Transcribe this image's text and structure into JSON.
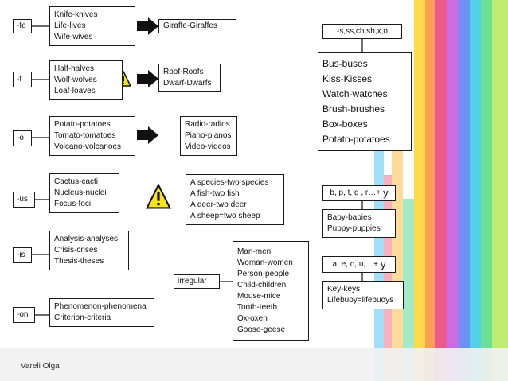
{
  "rules": [
    {
      "id": "fe",
      "suffix": "-fe",
      "examples": [
        "Knife-knives",
        "Life-lives",
        "Wife-wives"
      ],
      "exceptions": [
        "Giraffe-Giraffes"
      ]
    },
    {
      "id": "f",
      "suffix": "-f",
      "examples": [
        "Half-halves",
        "Wolf-wolves",
        "Loaf-loaves"
      ],
      "exceptions": [
        "Roof-Roofs",
        "Dwarf-Dwarfs"
      ]
    },
    {
      "id": "o",
      "suffix": "-o",
      "examples": [
        "Potato-potatoes",
        "Tomato-tomatoes",
        "Volcano-volcanoes"
      ],
      "exceptions": [
        "Radio-radios",
        "Piano-pianos",
        "Video-videos"
      ]
    },
    {
      "id": "us",
      "suffix": "-us",
      "examples": [
        "Cactus-cacti",
        "Nucleus-nuclei",
        "Focus-foci"
      ],
      "exceptions": [
        "A species-two species",
        "A fish-two fish",
        "A deer-two deer",
        "A sheep=two sheep"
      ]
    },
    {
      "id": "is",
      "suffix": "-is",
      "examples": [
        "Analysis-analyses",
        "Crisis-crises",
        "Thesis-theses"
      ]
    },
    {
      "id": "on",
      "suffix": "-on",
      "examples": [
        "Phenomenon-phenomena",
        "Criterion-criteria"
      ]
    }
  ],
  "irregular": {
    "label": "irregular",
    "items": [
      "Man-men",
      "Woman-women",
      "Person-people",
      "Child-children",
      "Mouse-mice",
      "Tooth-teeth",
      "Ox-oxen",
      "Goose-geese"
    ]
  },
  "sibilant": {
    "label": "-s,ss,ch,sh,x,o",
    "items": [
      "Bus-buses",
      "Kiss-Kisses",
      "Watch-watches",
      "Brush-brushes",
      "Box-boxes",
      "Potato-potatoes"
    ]
  },
  "consonant_y": {
    "label": "b, p, t, g , r…+",
    "letter": "y",
    "items": [
      "Baby-babies",
      "Puppy-puppies"
    ]
  },
  "vowel_y": {
    "label": "a, e, o, u,…+",
    "letter": "y",
    "items": [
      "Key-keys",
      "Lifebuoy=lifebuoys"
    ]
  },
  "author": "Vareli Olga",
  "colors": {
    "box_border": "#1a1a1a",
    "warning_fill": "#f6e31b",
    "connector": "#111111"
  },
  "icons": {
    "warning": "warning-triangle-icon",
    "arrow": "arrow-right-icon"
  }
}
